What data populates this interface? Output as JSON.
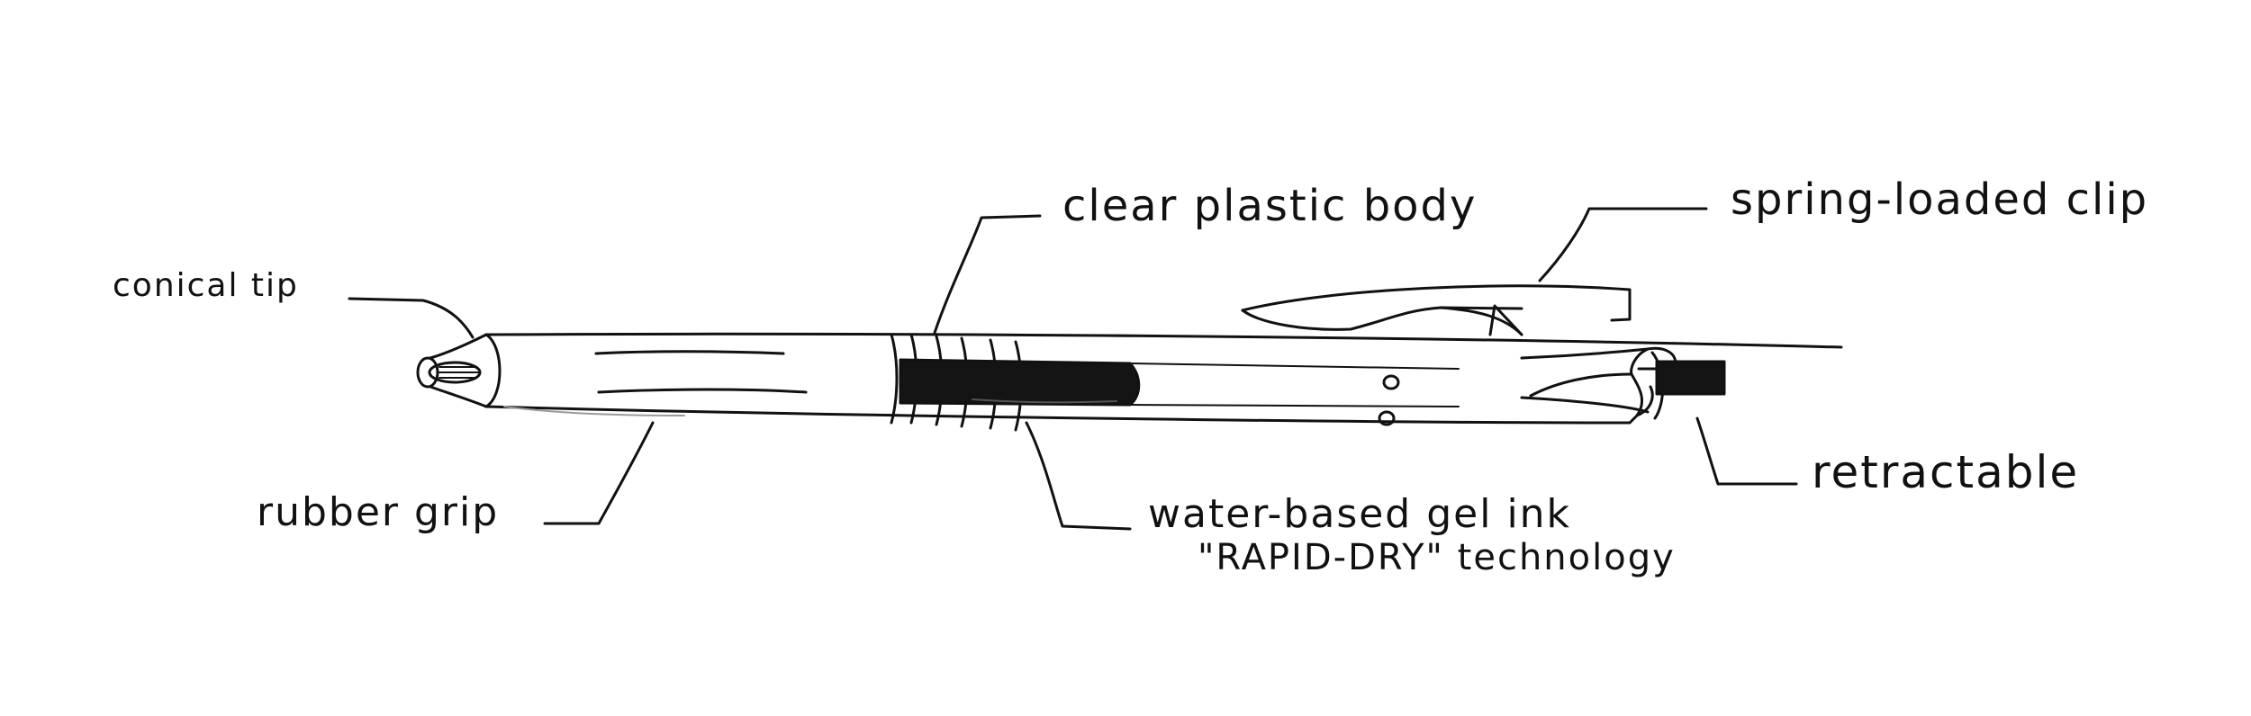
{
  "labels": {
    "conical_tip": "conical tip",
    "clear_plastic_body": "clear plastic body",
    "spring_loaded_clip": "spring-loaded clip",
    "rubber_grip": "rubber grip",
    "gel_ink_line1": "water-based gel ink",
    "gel_ink_line2": "\"RAPID-DRY\" technology",
    "retractable": "retractable"
  },
  "colors": {
    "ink": "#111111",
    "paper": "#ffffff",
    "shading": "#9a9a9a"
  }
}
